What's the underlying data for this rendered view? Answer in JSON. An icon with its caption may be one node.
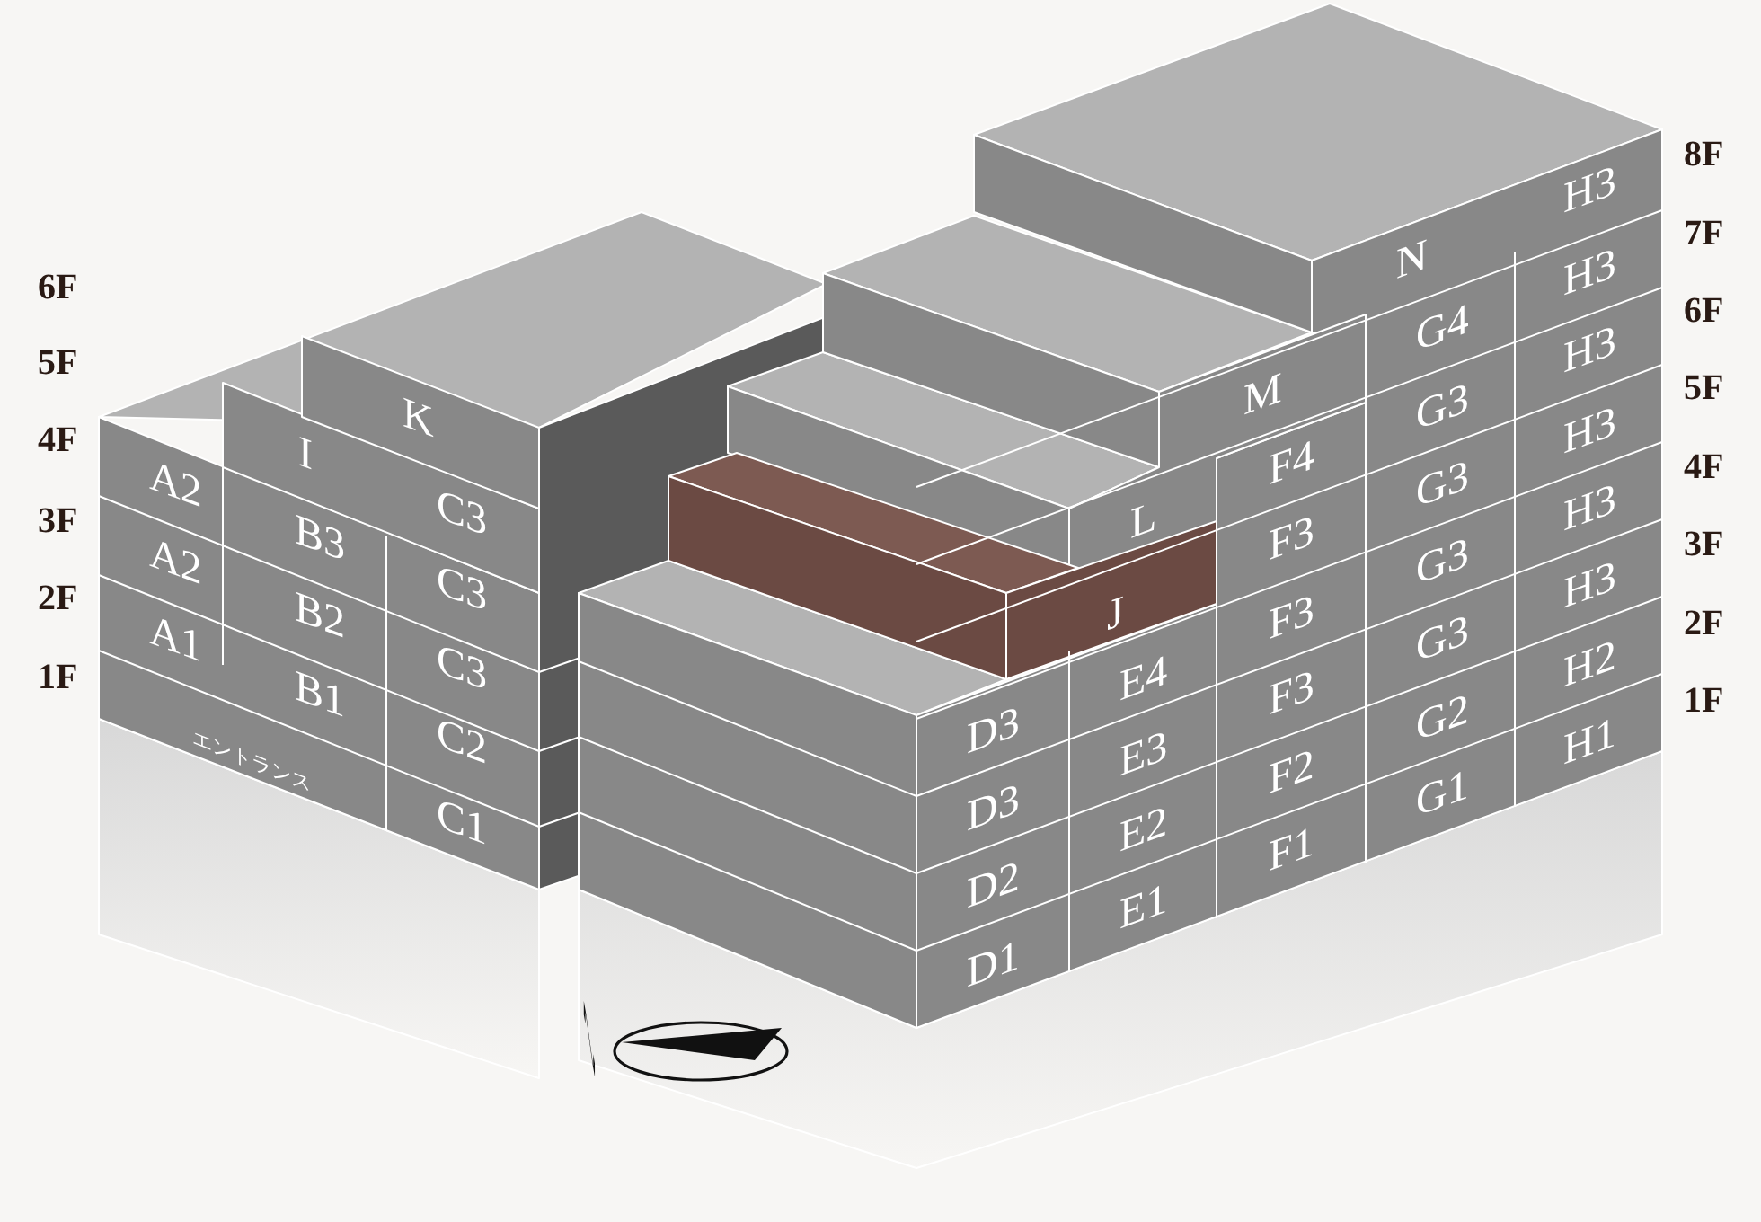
{
  "diagram": {
    "labels": [
      "6F",
      "5F",
      "4F",
      "3F",
      "2F",
      "1F",
      "8F",
      "7F",
      "6F",
      "5F",
      "4F",
      "3F",
      "2F",
      "1F",
      "K",
      "I",
      "A2",
      "B3",
      "C3",
      "A2",
      "B2",
      "C3",
      "A1",
      "B1",
      "C3",
      "エントランス",
      "C2",
      "C1",
      "N",
      "H3",
      "G4",
      "H3",
      "M",
      "G3",
      "H3",
      "F4",
      "G3",
      "H3",
      "L",
      "F3",
      "G3",
      "H3",
      "J",
      "F3",
      "G3",
      "H3",
      "E4",
      "D3",
      "F3",
      "H2",
      "E3",
      "D3",
      "F2",
      "G2",
      "H1",
      "E2",
      "D2",
      "F1",
      "G1",
      "E1",
      "D1",
      "N"
    ]
  }
}
